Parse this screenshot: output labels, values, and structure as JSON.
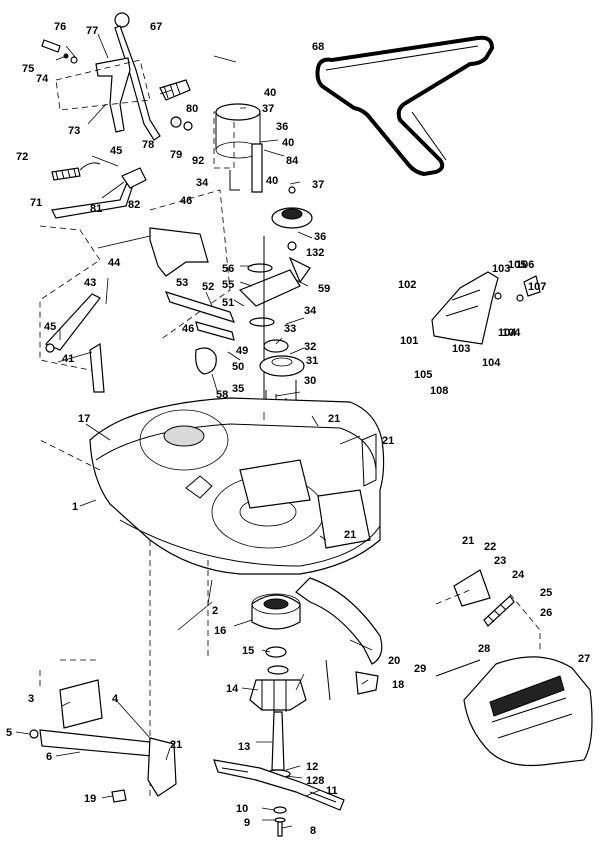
{
  "diagram": {
    "labels": [
      "76",
      "77",
      "67",
      "75",
      "74",
      "68",
      "40",
      "37",
      "73",
      "80",
      "36",
      "40",
      "78",
      "79",
      "92",
      "84",
      "72",
      "45",
      "40",
      "37",
      "34",
      "71",
      "81",
      "82",
      "46",
      "36",
      "132",
      "44",
      "56",
      "55",
      "59",
      "53",
      "52",
      "102",
      "103",
      "106",
      "51",
      "34",
      "33",
      "105",
      "107",
      "46",
      "49",
      "32",
      "101",
      "103",
      "104",
      "45",
      "41",
      "50",
      "31",
      "105",
      "104",
      "108",
      "58",
      "35",
      "30",
      "17",
      "21",
      "21",
      "1",
      "21",
      "2",
      "16",
      "21",
      "22",
      "23",
      "24",
      "25",
      "26",
      "15",
      "20",
      "28",
      "29",
      "27",
      "14",
      "18",
      "3",
      "4",
      "5",
      "6",
      "21",
      "13",
      "12",
      "128",
      "19",
      "11",
      "10",
      "9",
      "8",
      "43",
      "104"
    ]
  }
}
